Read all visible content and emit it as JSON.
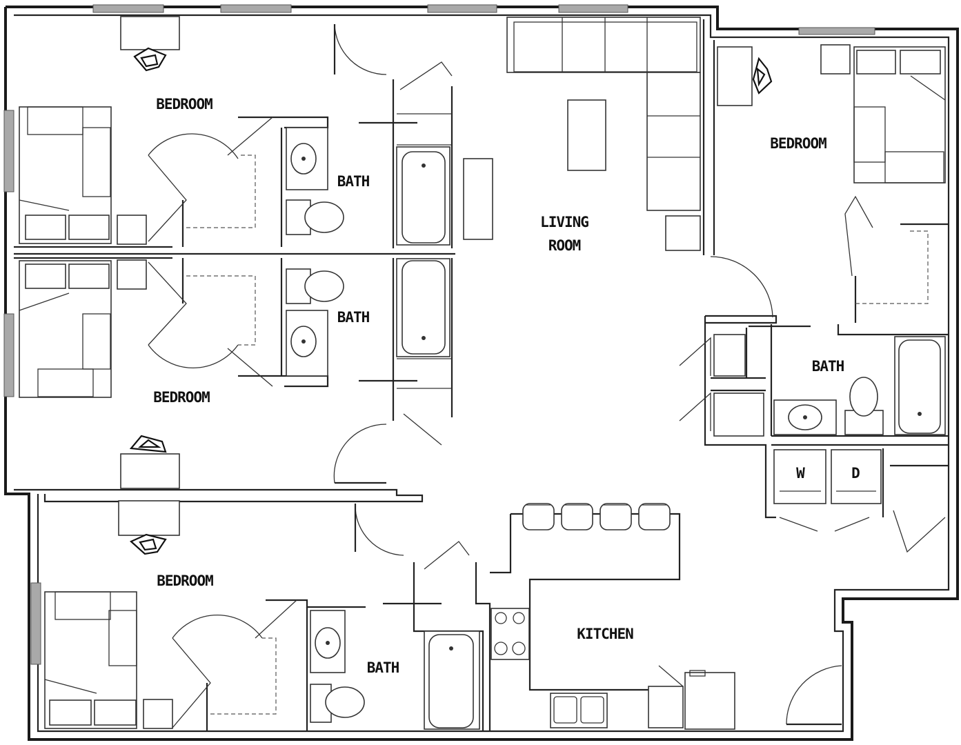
{
  "rooms": {
    "bedroom_top_left": "BEDROOM",
    "bedroom_mid_left": "BEDROOM",
    "bedroom_bottom_left": "BEDROOM",
    "bedroom_right": "BEDROOM",
    "bath_top": "BATH",
    "bath_mid": "BATH",
    "bath_bottom": "BATH",
    "bath_right": "BATH",
    "living_line1": "LIVING",
    "living_line2": "ROOM",
    "kitchen": "KITCHEN"
  },
  "appliances": {
    "washer": "W",
    "dryer": "D"
  },
  "colors": {
    "wall": "#1a1a1a",
    "window": "#a9a9a9",
    "background": "#ffffff"
  }
}
